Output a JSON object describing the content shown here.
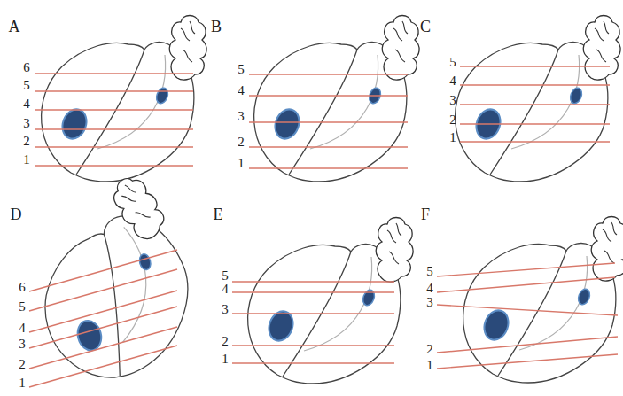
{
  "diagram": {
    "labels": [
      "A",
      "6",
      "5",
      "4",
      "3",
      "2",
      "1",
      "B",
      "5",
      "4",
      "3",
      "2",
      "1",
      "C",
      "5",
      "4",
      "3",
      "2",
      "1",
      "D",
      "6",
      "5",
      "4",
      "3",
      "2",
      "1",
      "E",
      "5",
      "4",
      "3",
      "2",
      "1",
      "F",
      "5",
      "4",
      "3",
      "2",
      "1"
    ]
  }
}
